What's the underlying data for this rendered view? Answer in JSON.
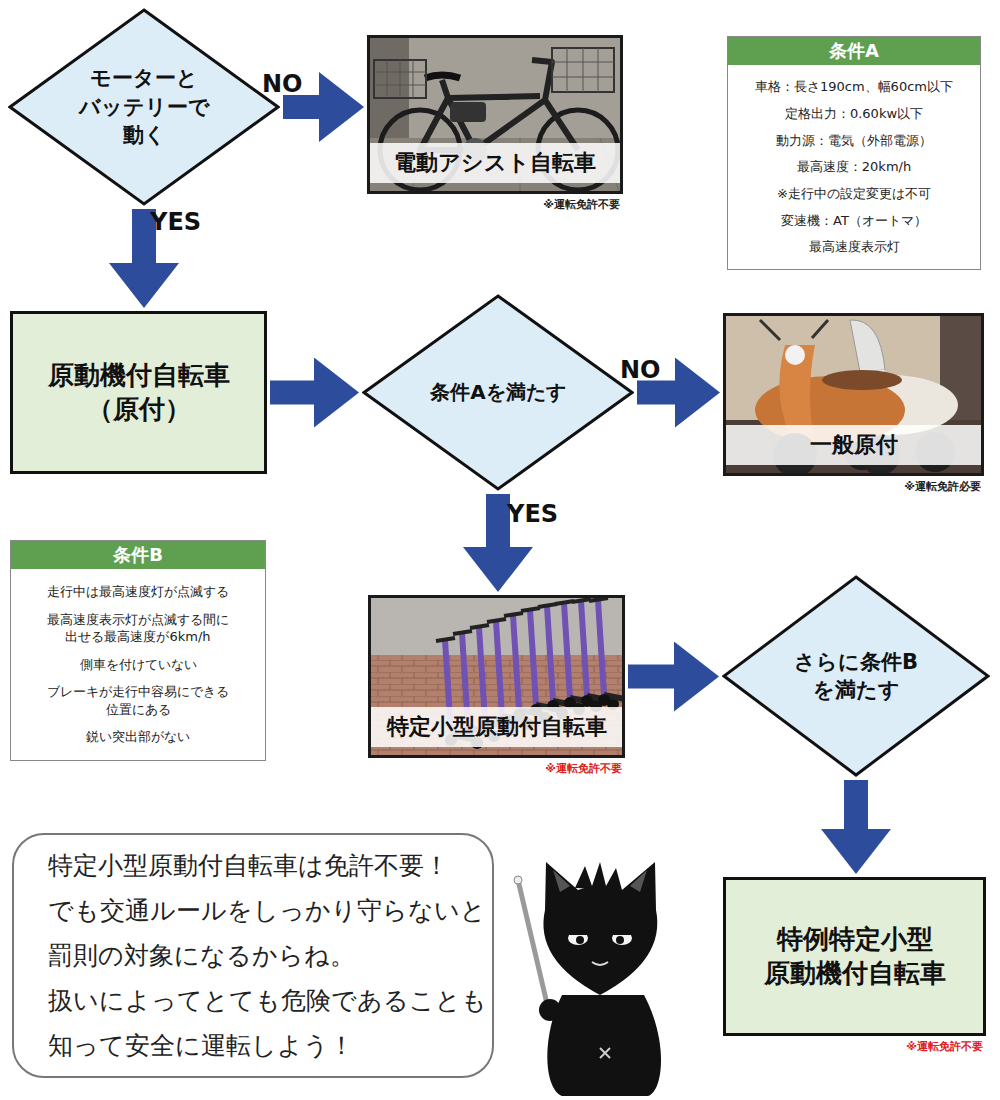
{
  "diagram": {
    "nodes": [
      {
        "text": [
          "モーターと バッテリーで 動く"
        ]
      },
      {
        "text": [
          "電動アシスト自転車",
          "※運転免許不要"
        ]
      },
      {
        "text": [
          "条件A",
          "車格：長さ190cm、幅60cm以下",
          "定格出力：0.60kw以下",
          "動力源：電気（外部電源）",
          "最高速度：20km/h",
          "※走行中の設定変更は不可",
          "変速機：AT（オートマ）",
          "最高速度表示灯"
        ]
      },
      {
        "text": [
          "原動機付自転車 （原付）"
        ]
      },
      {
        "text": [
          "条件Aを満たす"
        ]
      },
      {
        "text": [
          "一般原付",
          "※運転免許必要"
        ]
      },
      {
        "text": [
          "条件B",
          "走行中は最高速度灯が点滅する",
          "最高速度表示灯が点滅する間に 出せる最高速度が6km/h",
          "側車を付けていない",
          "ブレーキが走行中容易にできる 位置にある",
          "鋭い突出部がない"
        ]
      },
      {
        "text": [
          "特定小型原動付自転車",
          "※運転免許不要"
        ]
      },
      {
        "text": [
          "さらに条件B を満たす"
        ]
      },
      {
        "text": [
          "特定小型原動付自転車は免許不要！ でも交通ルールをしっかり守らないと 罰則の対象になるからね。 扱いによってとても危険であることも 知って安全に運転しよう！"
        ]
      },
      {
        "text": [
          "特例特定小型 原動機付自転車",
          "※運転免許不要"
        ]
      }
    ],
    "edges": [
      {
        "from": 0,
        "to": 1,
        "label": "NO",
        "arrow": "to"
      },
      {
        "from": 0,
        "to": 3,
        "label": "YES",
        "arrow": "to"
      },
      {
        "from": 3,
        "to": 4,
        "arrow": "to"
      },
      {
        "from": 4,
        "to": 5,
        "label": "NO",
        "arrow": "to"
      },
      {
        "from": 4,
        "to": 7,
        "label": "YES",
        "arrow": "to"
      },
      {
        "from": 7,
        "to": 8,
        "arrow": "to"
      },
      {
        "from": 8,
        "to": 10,
        "arrow": "to"
      }
    ]
  }
}
